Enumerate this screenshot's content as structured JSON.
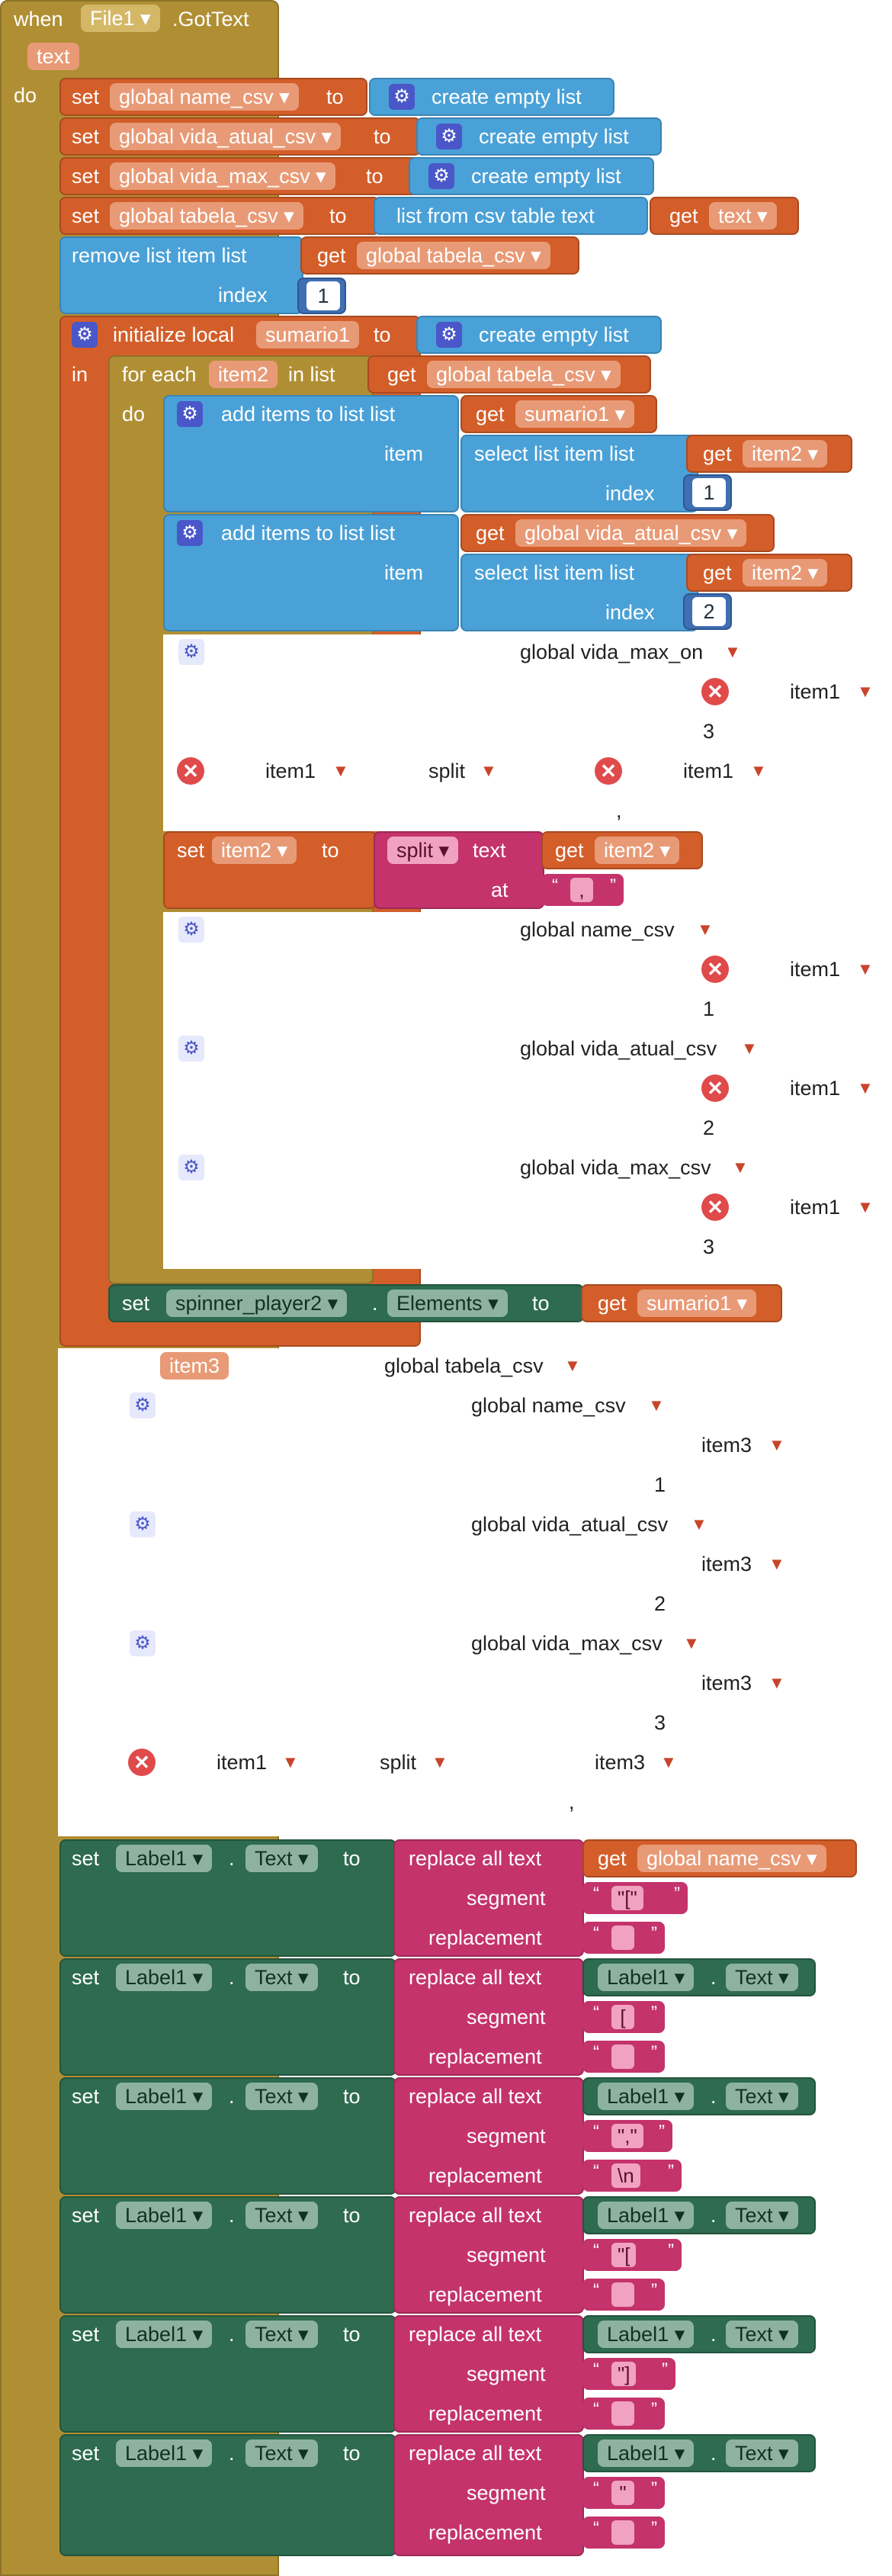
{
  "event": {
    "when": "when",
    "component": "File1",
    "event_name": ".GotText",
    "param": "text",
    "do": "do"
  },
  "kw": {
    "set": "set",
    "to": "to",
    "get": "get",
    "in": "in",
    "do": "do",
    "create_empty_list": "create empty list",
    "list_from_csv": "list from csv table  text",
    "remove_list_item": "remove list item  list",
    "index": "index",
    "item": "item",
    "initialize_local": "initialize local",
    "for_each": "for each",
    "in_list": "in list",
    "add_items": "add items to list    list",
    "select_list_item": "select list item  list",
    "split_text": "text",
    "at": "at",
    "split_op": "split",
    "replace_all": "replace all text",
    "segment": "segment",
    "replacement": "replacement",
    "dot": ".",
    "comma": ","
  },
  "vars": {
    "name_csv": "global name_csv",
    "vida_atual_csv": "global vida_atual_csv",
    "vida_max_csv": "global vida_max_csv",
    "tabela_csv": "global tabela_csv",
    "vida_max_on": "global vida_max_on",
    "text": "text",
    "sumario1": "sumario1",
    "item2": "item2",
    "item1": "item1",
    "item3": "item3"
  },
  "numbers": {
    "one": "1",
    "two": "2",
    "three": "3"
  },
  "components": {
    "spinner": "spinner_player2",
    "elements": "Elements",
    "label": "Label1",
    "text_prop": "Text"
  },
  "strings": {
    "comma": ",",
    "s1": "\"[\"",
    "s2": "[",
    "s3": "\",\"",
    "s4": "\\n",
    "s5": "\"[",
    "s6": "\"]",
    "s7": "\"",
    "blank": " "
  },
  "colors": {
    "control": "#b08f34",
    "variable": "#d35e2a",
    "list": "#4aa1d7",
    "text": "#c4336b",
    "component": "#2e6b4f",
    "math": "#3f6fb3"
  },
  "icons": {
    "gear": "gear-icon",
    "error": "error-x-icon",
    "dropdown": "dropdown-arrow-icon"
  }
}
